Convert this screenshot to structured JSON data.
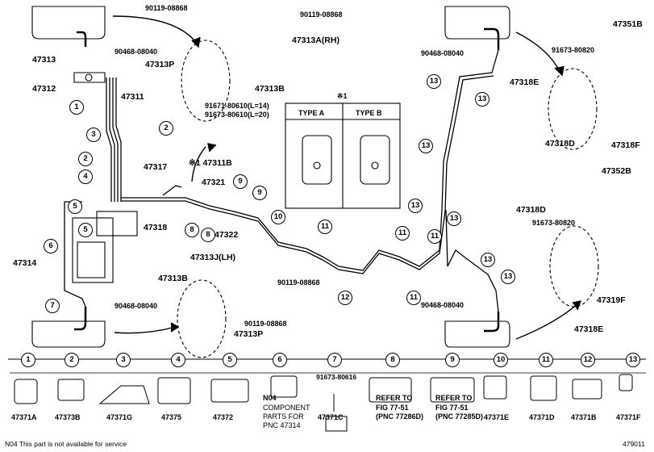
{
  "parts": {
    "p47313": "47313",
    "p47312": "47312",
    "p47311": "47311",
    "p47314": "47314",
    "p47317": "47317",
    "p47318": "47318",
    "p47321": "47321",
    "p47322": "47322",
    "p47311b": "※1 47311B",
    "p47313a": "47313A(RH)",
    "p47313p_top": "47313P",
    "p47313b_top": "47313B",
    "p47313j": "47313J(LH)",
    "p47313b_bot": "47313B",
    "p47313p_bot": "47313P",
    "p47351b": "47351B",
    "p47318e_top": "47318E",
    "p47318d_top": "47318D",
    "p47318f": "47318F",
    "p47352b": "47352B",
    "p47318d_bot": "47318D",
    "p47319f": "47319F",
    "p47318e_bot": "47318E",
    "bolt_90119_a": "90119-08868",
    "bolt_90119_b": "90119-08868",
    "bolt_90119_c": "90119-08868",
    "bolt_90119_d": "90119-08868",
    "clip_90468_a": "90468-08040",
    "clip_90468_b": "90468-08040",
    "clip_90468_c": "90468-08040",
    "clip_90468_d": "90468-08040",
    "screw_91671_l14": "91671-80610(L=14)",
    "screw_91671_l20": "91673-80610(L=20)",
    "screw_91673_a": "91673-80820",
    "screw_91673_b": "91673-80820",
    "ref_mark": "※1",
    "type_a": "TYPE A",
    "type_b": "TYPE B"
  },
  "legend": [
    {
      "num": "1",
      "part": "47371A"
    },
    {
      "num": "2",
      "part": "47373B"
    },
    {
      "num": "3",
      "part": "47371G"
    },
    {
      "num": "4",
      "part": "47375"
    },
    {
      "num": "5",
      "part": "47372"
    },
    {
      "num": "6",
      "part": "N04",
      "note1": "COMPONENT",
      "note2": "PARTS FOR",
      "note3": "PNC 47314"
    },
    {
      "num": "7",
      "part": "47371C",
      "extra": "91673-80616"
    },
    {
      "num": "8",
      "part": "REFER TO",
      "note1": "FIG 77-51",
      "note2": "(PNC 77286D)"
    },
    {
      "num": "9",
      "part": "REFER TO",
      "note1": "FIG 77-51",
      "note2": "(PNC 77285D)"
    },
    {
      "num": "10",
      "part": "47371E"
    },
    {
      "num": "11",
      "part": "47371D"
    },
    {
      "num": "12",
      "part": "47371B"
    },
    {
      "num": "13",
      "part": "47371F"
    }
  ],
  "footer": {
    "note": "N04 This part is not available for service",
    "figure_id": "479011"
  }
}
